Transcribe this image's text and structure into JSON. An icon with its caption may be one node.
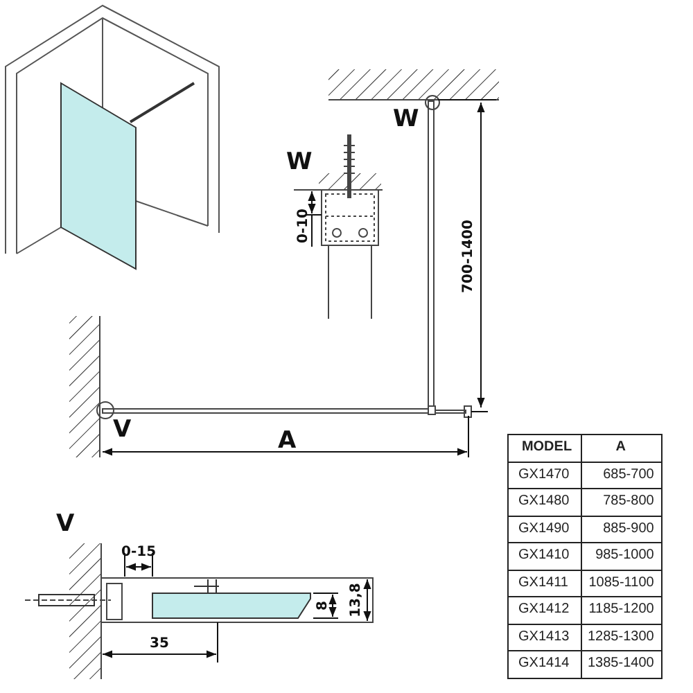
{
  "diagram": {
    "labels": [
      "W",
      "W",
      "0-10",
      "700-1400",
      "V",
      "A",
      "V",
      "0-15",
      "8",
      "13,8",
      "35",
      "MODEL",
      "A",
      "GX1470",
      "685-700",
      "GX1480",
      "785-800",
      "GX1490",
      "885-900",
      "GX1410",
      "985-1000",
      "GX1411",
      "1085-1100",
      "GX1412",
      "1185-1200",
      "GX1413",
      "1285-1300",
      "GX1414",
      "1385-1400"
    ]
  }
}
